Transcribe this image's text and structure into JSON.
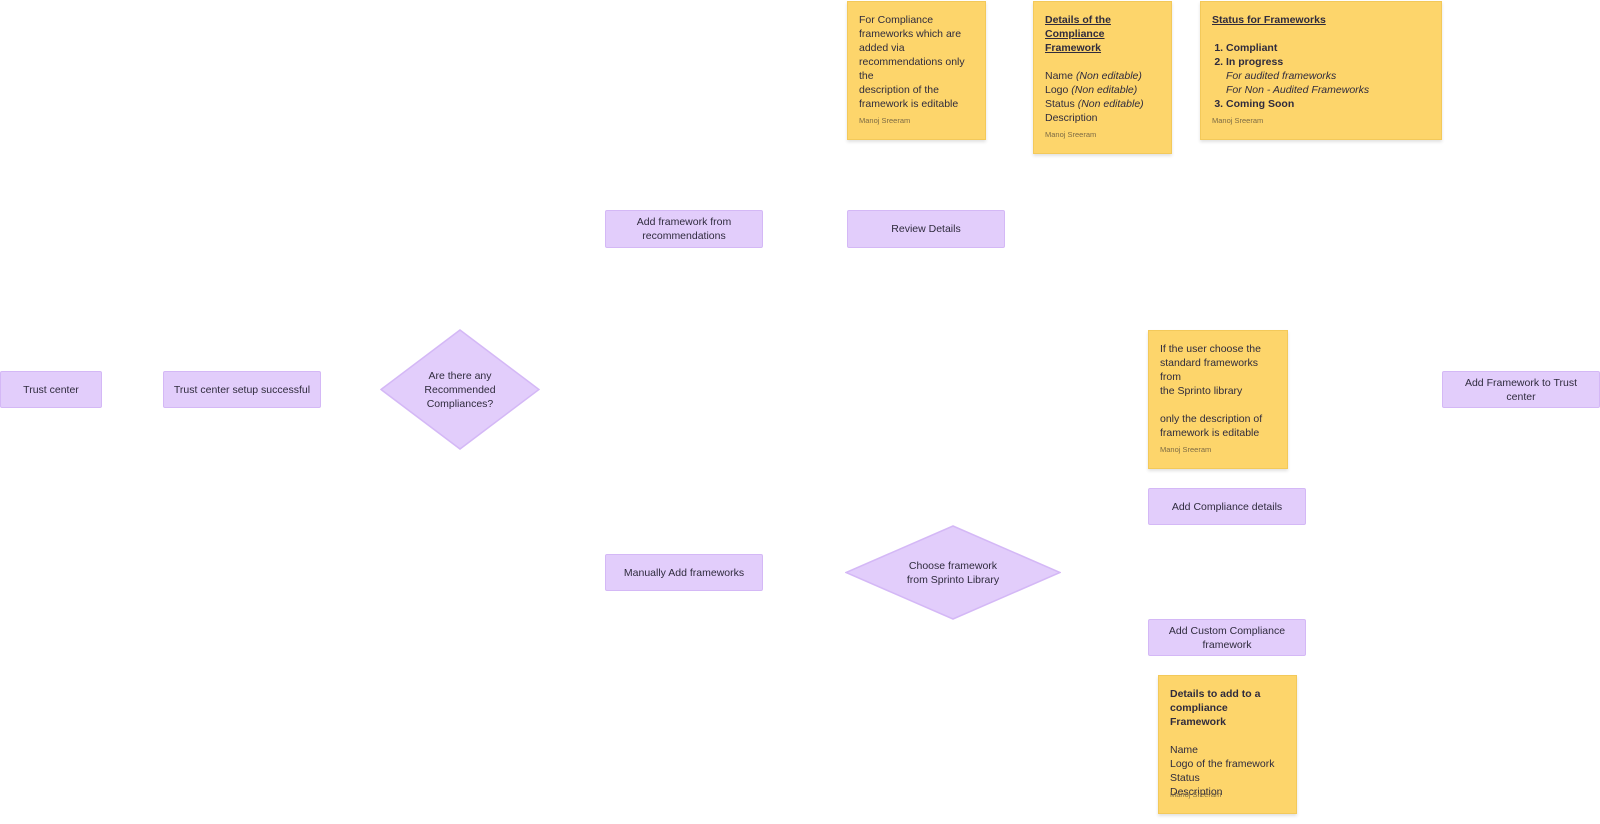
{
  "nodes": {
    "trust_center": "Trust center",
    "setup_successful": "Trust center setup successful",
    "recommended_question": "Are there any\nRecommended\nCompliances?",
    "add_from_recommendations": "Add  framework from\nrecommendations",
    "review_details": "Review Details",
    "manually_add": "Manually Add frameworks",
    "choose_framework": "Choose framework\nfrom Sprinto Library",
    "add_compliance_details": "Add Compliance details",
    "add_custom_framework": "Add Custom Compliance\nframework",
    "add_to_trust_center": "Add Framework to Trust center"
  },
  "stickies": {
    "recommendations_note": {
      "body": "For Compliance\nframeworks which are\nadded via\nrecommendations only the\ndescription of the\nframework is editable",
      "author": "Manoj Sreeram"
    },
    "details_note": {
      "title": "Details of the Compliance Framework",
      "rows": [
        {
          "label": "Name",
          "note": "(Non editable)"
        },
        {
          "label": "Logo",
          "note": "(Non editable)"
        },
        {
          "label": "Status",
          "note": "(Non editable)"
        },
        {
          "label": "Description",
          "note": ""
        }
      ],
      "author": "Manoj Sreeram"
    },
    "status_note": {
      "title": "Status for Frameworks",
      "items": [
        {
          "label": "Compliant",
          "subs": []
        },
        {
          "label": "In progress",
          "subs": [
            "For audited frameworks",
            "For Non - Audited Frameworks"
          ]
        },
        {
          "label": "Coming Soon",
          "subs": []
        }
      ],
      "author": "Manoj Sreeram"
    },
    "library_note": {
      "body": "If the user choose the\nstandard frameworks from\nthe Sprinto library\n\nonly the description of\nframework is editable",
      "author": "Manoj Sreeram"
    },
    "custom_note": {
      "title": "Details to add to a compliance Framework",
      "rows": [
        "Name",
        "Logo of the framework",
        "Status",
        "Description"
      ],
      "author": "Manoj Sreeram"
    }
  },
  "colors": {
    "process_fill": "#e2cdfb",
    "process_border": "#d4b8f6",
    "sticky_fill": "#fdd56b"
  }
}
